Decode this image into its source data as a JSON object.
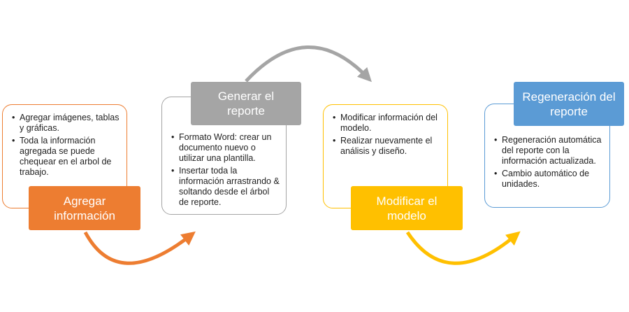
{
  "steps": [
    {
      "title": "Agregar información",
      "color": "#ed7d31",
      "bullets": [
        "Agregar imágenes, tablas y gráficas.",
        "Toda la información agregada se puede chequear en el arbol de trabajo."
      ]
    },
    {
      "title": "Generar el reporte",
      "color": "#a5a5a5",
      "bullets": [
        "Formato Word: crear un documento nuevo o utilizar una plantilla.",
        "Insertar toda la información arrastrando & soltando desde el árbol de reporte."
      ]
    },
    {
      "title": "Modificar el modelo",
      "color": "#ffc000",
      "bullets": [
        "Modificar información del modelo.",
        "Realizar nuevamente el análisis y diseño."
      ]
    },
    {
      "title": "Regeneración del reporte",
      "color": "#5b9bd5",
      "bullets": [
        "Regeneración automática del reporte con la información actualizada.",
        "Cambio automático de unidades."
      ]
    }
  ]
}
